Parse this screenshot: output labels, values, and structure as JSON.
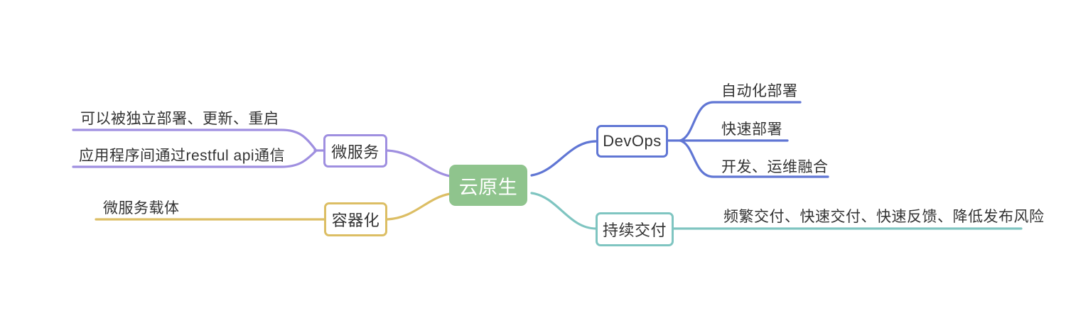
{
  "root": {
    "label": "云原生",
    "bg_color": "#8FC48D",
    "text_color": "#ffffff"
  },
  "branches": {
    "microservices": {
      "label": "微服务",
      "color": "#9F8FE0",
      "side": "left",
      "children": {
        "independent": {
          "label": "可以被独立部署、更新、重启"
        },
        "restful": {
          "label": "应用程序间通过restful api通信"
        }
      }
    },
    "containerization": {
      "label": "容器化",
      "color": "#DCBE64",
      "side": "left",
      "children": {
        "carrier": {
          "label": "微服务载体"
        }
      }
    },
    "devops": {
      "label": "DevOps",
      "color": "#6076D4",
      "side": "right",
      "children": {
        "auto_deploy": {
          "label": "自动化部署"
        },
        "fast_deploy": {
          "label": "快速部署"
        },
        "merge": {
          "label": "开发、运维融合"
        }
      }
    },
    "continuous_delivery": {
      "label": "持续交付",
      "color": "#7FC5C1",
      "side": "right",
      "children": {
        "benefits": {
          "label": "频繁交付、快速交付、快速反馈、降低发布风险"
        }
      }
    }
  }
}
